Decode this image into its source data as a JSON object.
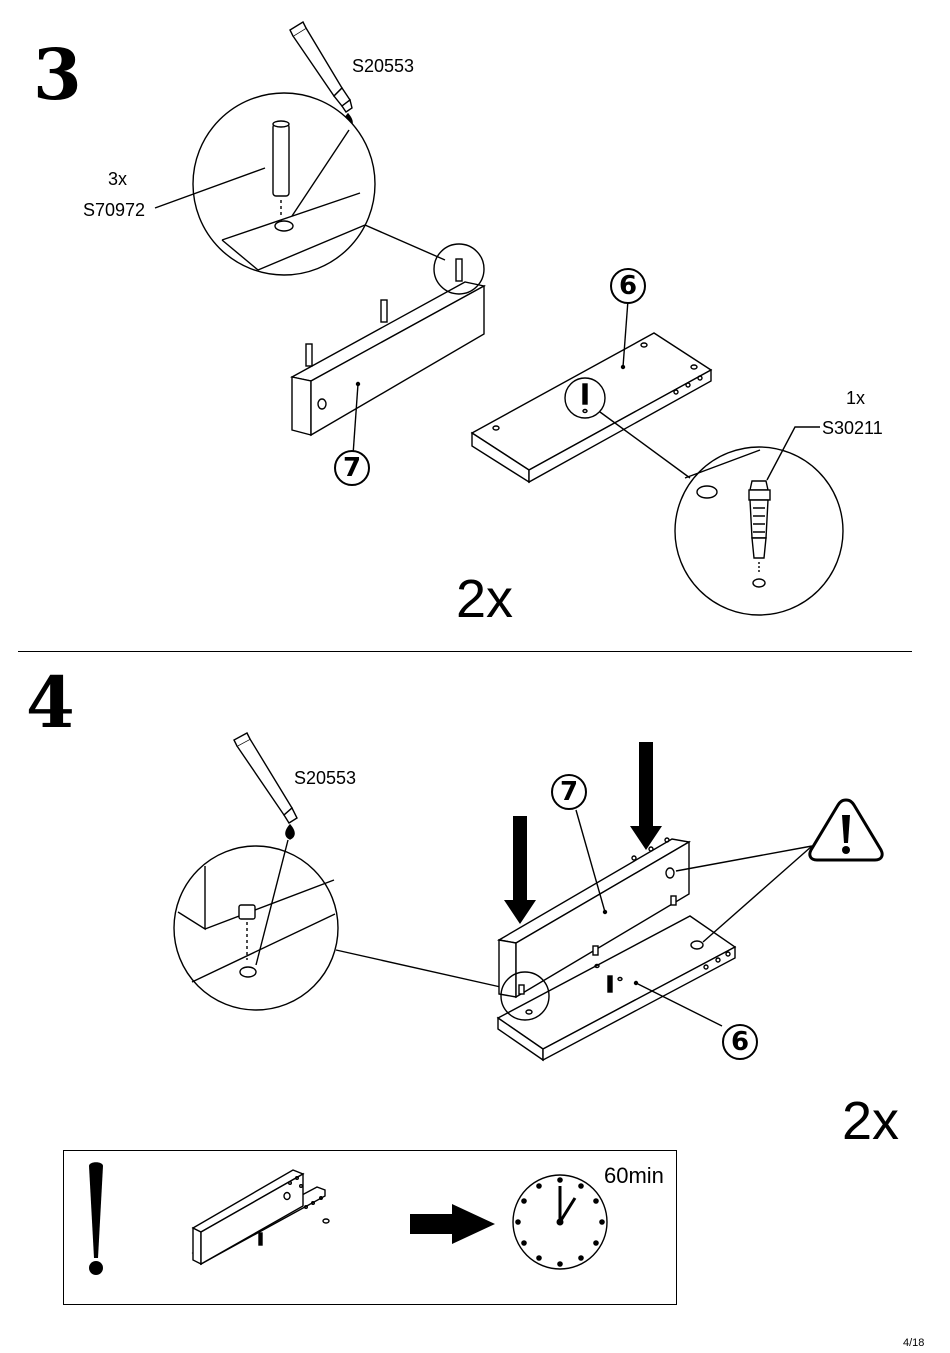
{
  "step3": {
    "number": "3",
    "glue_code": "S20553",
    "dowel_qty": "3x",
    "dowel_code": "S70972",
    "cam_qty": "1x",
    "cam_code": "S30211",
    "part_a": "6",
    "part_b": "7",
    "repeat": "2x"
  },
  "step4": {
    "number": "4",
    "glue_code": "S20553",
    "part_a": "7",
    "part_b": "6",
    "repeat": "2x"
  },
  "note": {
    "exclamation": "!",
    "timer": "60min"
  },
  "footer": {
    "page": "4/18"
  }
}
